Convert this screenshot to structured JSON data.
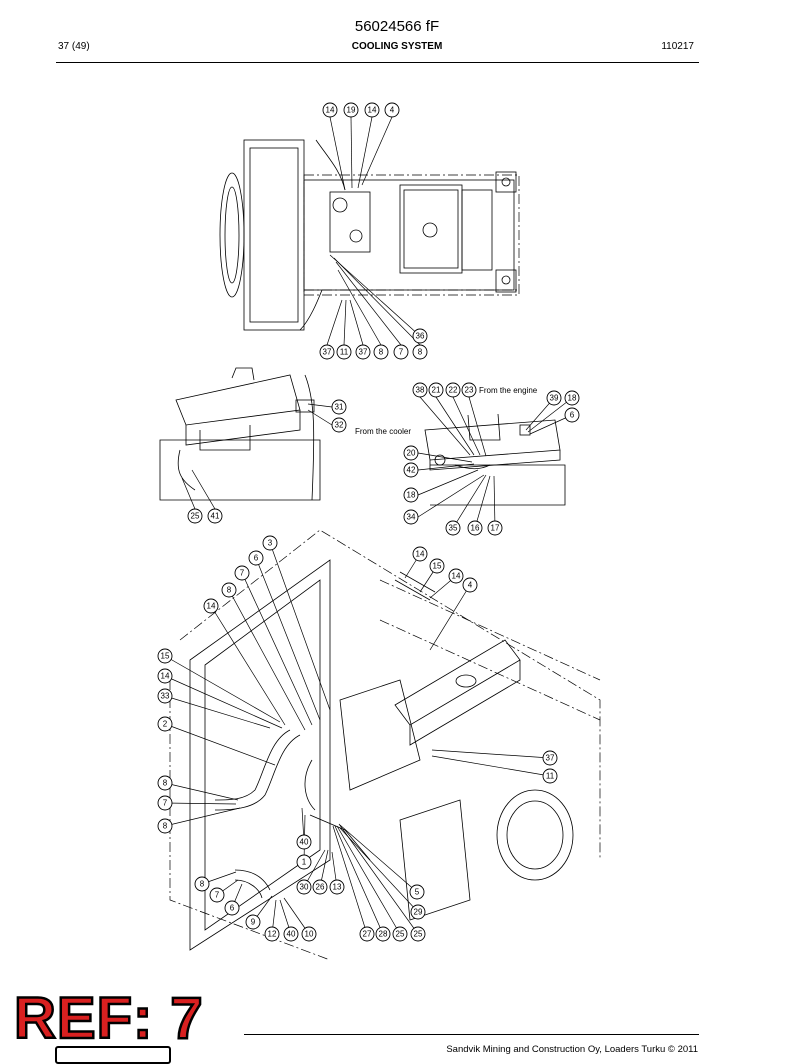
{
  "header": {
    "doc_number": "56024566 fF",
    "page": "37 (49)",
    "section_title": "COOLING SYSTEM",
    "code": "110217"
  },
  "diagram_labels": {
    "from_engine": "From the engine",
    "from_cooler": "From the cooler"
  },
  "callouts": {
    "top": [
      "14",
      "19",
      "14",
      "4",
      "36",
      "37",
      "11",
      "37",
      "8",
      "7",
      "8"
    ],
    "middle_left": [
      "31",
      "32",
      "25",
      "41"
    ],
    "middle_right": [
      "38",
      "21",
      "22",
      "23",
      "39",
      "18",
      "6",
      "20",
      "42",
      "18",
      "34",
      "35",
      "16",
      "17"
    ],
    "bottom": [
      "3",
      "6",
      "7",
      "8",
      "14",
      "14",
      "15",
      "14",
      "4",
      "15",
      "14",
      "33",
      "2",
      "37",
      "11",
      "8",
      "7",
      "8",
      "40",
      "1",
      "30",
      "26",
      "13",
      "5",
      "29",
      "8",
      "7",
      "6",
      "9",
      "12",
      "40",
      "10",
      "27",
      "28",
      "25",
      "25"
    ]
  },
  "footer": {
    "ref_badge": "REF: 7",
    "copyright": "Sandvik Mining and Construction Oy, Loaders Turku © 2011"
  }
}
